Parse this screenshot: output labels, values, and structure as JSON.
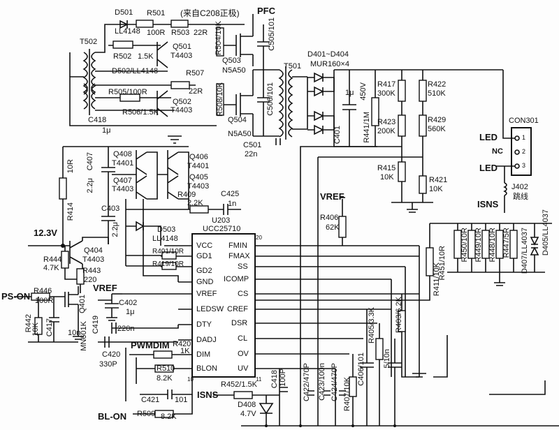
{
  "nets": {
    "pfc": "PFC",
    "v12": "12.3V",
    "ps_on": "PS-ON",
    "vref_left": "VREF",
    "vref_top": "VREF",
    "pwm_dim": "PWMDIM",
    "bl_on": "BL-ON",
    "isns_top": "ISNS",
    "isns_bottom": "ISNS"
  },
  "top_note": "(来自C208正极)",
  "connector": {
    "name": "CON301",
    "pin1": "LED",
    "pin2": "NC",
    "pin3": "LED",
    "n1": "1",
    "n2": "2",
    "n3": "3"
  },
  "jumper": {
    "name": "J402",
    "note": "跳线"
  },
  "transformers": {
    "t502": "T502",
    "t501": "T501"
  },
  "ic": {
    "ref": "U203",
    "part": "UCC25710",
    "left_pins": [
      "VCC",
      "GD1",
      "GD2",
      "GND",
      "VREF",
      "LEDSW",
      "DTY",
      "DADJ",
      "DIM",
      "BLON"
    ],
    "right_pins": [
      "FMIN",
      "FMAX",
      "SS",
      "ICOMP",
      "CS",
      "CREF",
      "DSR",
      "CL",
      "OV",
      "UV"
    ],
    "pin_num_top_right": "20",
    "pin_num_bottom_left": "10",
    "pin_num_bottom_right": "11"
  },
  "parts": {
    "D501": "D501",
    "LL4148a": "LL4148",
    "R501": "R501",
    "R501v": "100R",
    "R503": "R503",
    "R503v": "22R",
    "Q501": "Q501",
    "T4403a": "T4403",
    "R502": "R502",
    "R502v": "1.5K",
    "D502": "D502/LL4148",
    "R504": "R504/10K",
    "Q503": "Q503",
    "N5A50a": "N5A50",
    "C505": "C505/101",
    "R507": "R507",
    "R507v": "22R",
    "R505": "R505/100R",
    "Q502": "Q502",
    "T4403b": "T4403",
    "R506": "R506/1.5K",
    "R508": "R508/10K",
    "Q504": "Q504",
    "N5A50b": "N5A50",
    "C506": "C506/101",
    "C501": "C501",
    "C501v": "22n",
    "C418": "C418",
    "C418v": "1μ",
    "Q408": "Q408",
    "T4401a": "T4401",
    "Q407": "Q407",
    "T4403c": "T4403",
    "Q406": "Q406",
    "T4401b": "T4401",
    "Q405": "Q405",
    "T4403d": "T4403",
    "C407": "C407",
    "C407v": "2.2μ",
    "C403": "C403",
    "C403v": "2.2μ",
    "R414": "R414",
    "R414v": "10R",
    "R409": "R409",
    "R409v": "2.2K",
    "C425": "C425",
    "C425v": "1n",
    "D503": "D503",
    "LL4148b": "LL4148",
    "R401": "R401/10R",
    "R419": "R419/10R",
    "Q404": "Q404",
    "T4403e": "T4403",
    "R444": "R444",
    "R444v": "4.7K",
    "R443": "R443",
    "R443v": "220",
    "R446": "R446",
    "R446v": "100R",
    "Q401": "Q401",
    "Q401v": "MN601K",
    "R442": "R442",
    "R442v": "10K",
    "C417": "C417",
    "C417v": "10n",
    "C402": "C402",
    "C402v": "1μ",
    "C419": "C419",
    "C419v": "220n",
    "C420": "C420",
    "C420v": "330P",
    "R420": "R420",
    "R420v": "1K",
    "R510": "R510",
    "R510v": "8.2K",
    "C421": "C421",
    "C421v": "101",
    "R509": "R509",
    "R509v": "8.2K",
    "D401": "D401~D404",
    "MUR": "MUR160×4",
    "C401": "C401",
    "C401v": "1μ",
    "C401w": "450V",
    "R441": "R441/1M",
    "R417": "R417",
    "R417v": "300K",
    "R423": "R423",
    "R423v": "200K",
    "R415": "R415",
    "R415v": "10K",
    "R422": "R422",
    "R422v": "510K",
    "R429": "R429",
    "R429v": "560K",
    "R421": "R421",
    "R421v": "10K",
    "R406": "R406",
    "R406v": "62K",
    "R411": "R411/10K",
    "R451": "R451/10R",
    "R450": "R450/10R",
    "R449": "R449/10R",
    "R448": "R448/10R",
    "R447": "R447/5R",
    "D407": "D407/LL4037",
    "D405": "D405/LL4037",
    "R452": "R452/1.5K",
    "C418b": "C418",
    "C418bv": "100P",
    "D408": "D408",
    "D408v": "4.7V",
    "C422": "C422/470P",
    "C423": "C423/100n",
    "C424": "C424/470P",
    "R407": "R407/10K",
    "C406": "C406/101",
    "R405": "R405/3.3K",
    "C405": "5/10n",
    "R403": "R403/6.2K"
  }
}
